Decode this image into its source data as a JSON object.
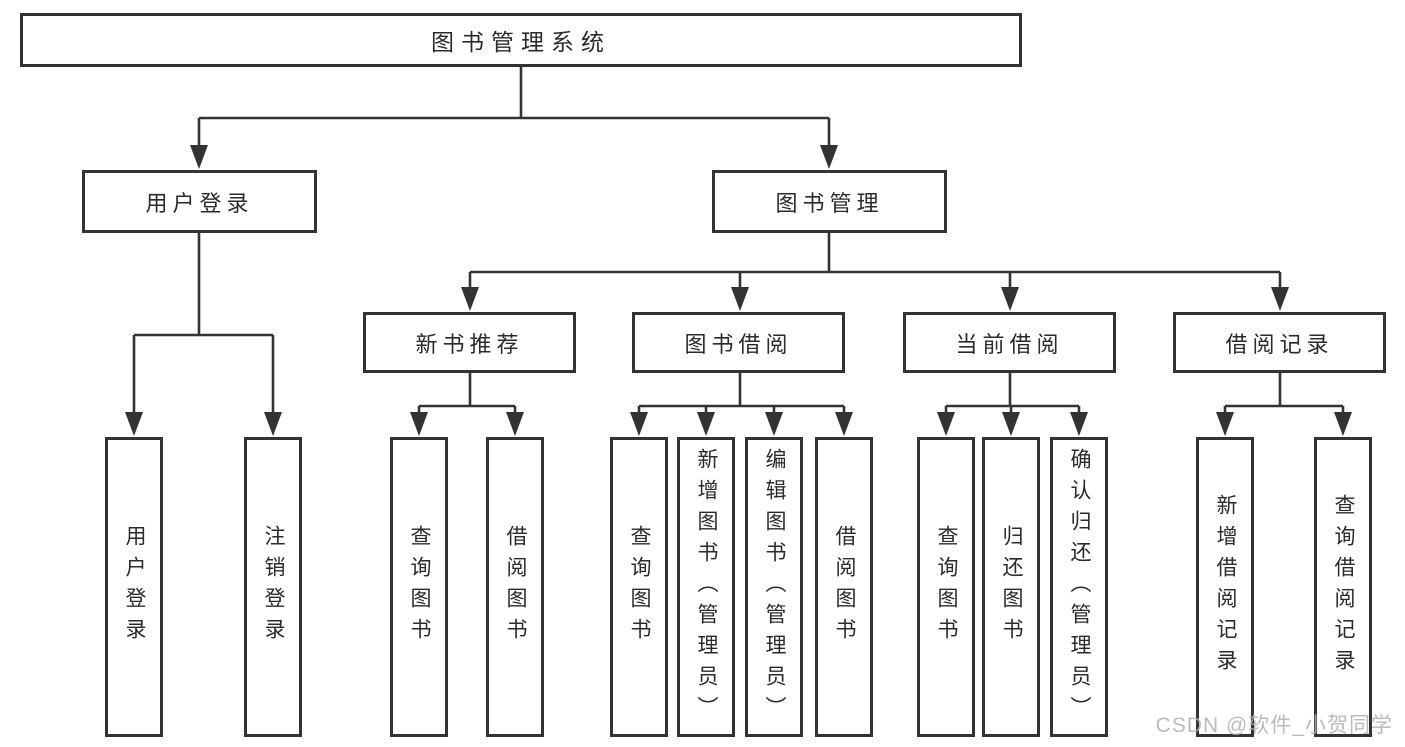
{
  "diagram": {
    "root": {
      "label": "图书管理系统"
    },
    "level2": [
      {
        "label": "用户登录"
      },
      {
        "label": "图书管理"
      }
    ],
    "level3": [
      {
        "label": "新书推荐"
      },
      {
        "label": "图书借阅"
      },
      {
        "label": "当前借阅"
      },
      {
        "label": "借阅记录"
      }
    ],
    "leaves": {
      "user_login": [
        "用户登录",
        "注销登录"
      ],
      "new_book_recommend": [
        "查询图书",
        "借阅图书"
      ],
      "book_borrowing": [
        "查询图书",
        "新增图书（管理员）",
        "编辑图书（管理员）",
        "借阅图书"
      ],
      "current_borrowing": [
        "查询图书",
        "归还图书",
        "确认归还（管理员）"
      ],
      "borrowing_records": [
        "新增借阅记录",
        "查询借阅记录"
      ]
    }
  },
  "watermark": {
    "text": "CSDN @软件_小贺同学"
  },
  "colors": {
    "line": "#333333",
    "text": "#2b2b2b",
    "box_background": "#ffffff",
    "page_background": "#ffffff",
    "watermark": "#b0b0b0"
  }
}
